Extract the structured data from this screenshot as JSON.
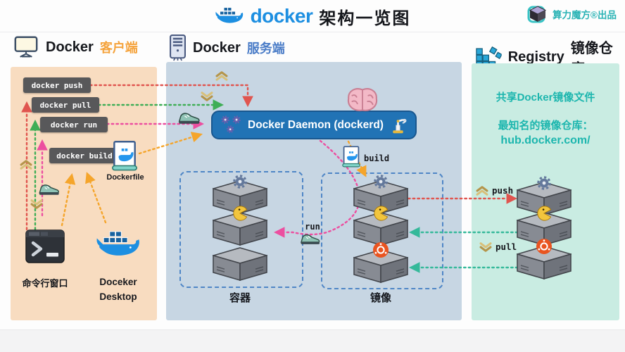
{
  "title": {
    "docker": "docker",
    "suffix": "架构一览图"
  },
  "brand": {
    "label": "算力魔方®出品"
  },
  "sections": {
    "client": {
      "en": "Docker",
      "cn": "客户端"
    },
    "server": {
      "en": "Docker",
      "cn": "服务端"
    },
    "registry": {
      "en": "Registry",
      "cn": "镜像仓库"
    }
  },
  "client": {
    "cmd_push": "docker push",
    "cmd_pull": "docker pull",
    "cmd_run": "docker run",
    "cmd_build": "docker build",
    "dockerfile": "Dockerfile",
    "terminal": "命令行窗口",
    "desktop_line1": "Doceker",
    "desktop_line2": "Desktop"
  },
  "server": {
    "daemon": "Docker Daemon (dockerd)",
    "build": "build",
    "run": "run",
    "containers": "容器",
    "images": "镜像"
  },
  "registry": {
    "share": "共享Docker镜像文件",
    "famous": "最知名的镜像仓库：",
    "url": "hub.docker.com/",
    "push": "push",
    "pull": "pull"
  },
  "colors": {
    "docker_blue": "#1d8fe1",
    "client_panel": "#f8dcc0",
    "server_panel": "#c7d6e3",
    "registry_panel": "#c9ece2",
    "client_accent": "#f5a33c",
    "server_accent": "#4a7cc7",
    "registry_accent": "#1cb6ae",
    "daemon_blue": "#2173b5",
    "arrow_red": "#e0554f",
    "arrow_green": "#3fae56",
    "arrow_pink": "#ec4fa0",
    "arrow_orange": "#f5a52b",
    "arrow_teal": "#35b99a"
  }
}
